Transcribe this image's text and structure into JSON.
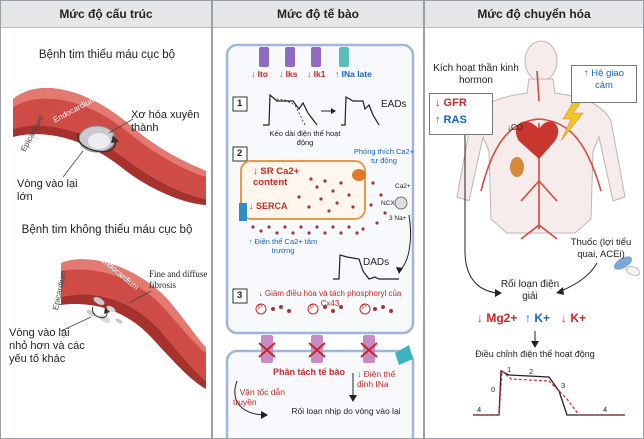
{
  "panels": {
    "structural": {
      "title": "Mức độ cấu trúc",
      "ischemic_title": "Bệnh tim thiếu máu cục bộ",
      "transmural": "Xơ hóa xuyên thành",
      "large_reentry": "Vòng vào lại lớn",
      "endocardium": "Endocardium",
      "epicardium": "Epicardium",
      "nonischemic_title": "Bệnh tim không thiếu máu cục bộ",
      "fine_fibrosis": "Fine and diffuse fibrosis",
      "small_reentry": "Vòng vào lại nhỏ hơn và các yếu tố khác"
    },
    "cellular": {
      "title": "Mức độ tế bào",
      "i_to": "↓ Ito",
      "i_ks": "↓ Iks",
      "i_k1": "↓ Ik1",
      "i_na_late": "↑ INa late",
      "step1": "1",
      "step2": "2",
      "step3": "3",
      "eads": "EADs",
      "ap_prolong": "Kéo dài điện thế hoạt động",
      "sr_ca": "↓ SR Ca2+ content",
      "serca": "↓ SERCA",
      "ca_release": "Phóng thích Ca2+ tự động",
      "ca_ion": "Ca2+",
      "ncx": "NCX",
      "na_ion": "3 Na+",
      "dads": "DADs",
      "diastolic_ca": "↑ Điện thế Ca2+ tâm trương",
      "cx43": "↓ Giảm điều hòa và tách phosphoryl của Cx43",
      "p": "P",
      "uncoupling": "Phân tách tế bào",
      "conduction": "↓ Vận tốc dẫn truyền",
      "peak_na": "↓ Điện thế đỉnh INa",
      "reentry_arrhythmia": "Rối loạn nhịp do vòng vào lại"
    },
    "metabolic": {
      "title": "Mức độ chuyển hóa",
      "neurohormone": "Kích hoạt thần kinh hormon",
      "gfr": "↓ GFR",
      "ras": "↑ RAS",
      "sympathetic": "↑ Hệ giao cảm",
      "co": "↓CO",
      "drugs": "Thuốc (lợi tiểu quai, ACEi)",
      "electrolyte": "Rối loạn điện giải",
      "mg": "↓ Mg2+",
      "k_up": "↑ K+",
      "k_down": "↓ K+",
      "ap_modulation": "Điều chỉnh điện thế hoạt động",
      "ap_phases": [
        "0",
        "1",
        "2",
        "3",
        "4",
        "4"
      ]
    }
  },
  "colors": {
    "accent_red": "#c62828",
    "accent_blue": "#1565c0",
    "tissue": "#d9534f",
    "tissue_light": "#e8a09a",
    "header_bg": "#e6e7e9"
  }
}
